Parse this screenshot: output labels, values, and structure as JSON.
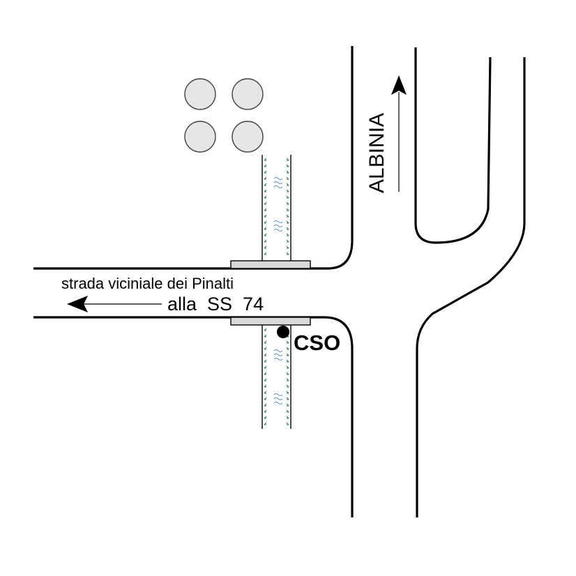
{
  "labels": {
    "road_name": "strada viciniale dei Pinalti",
    "direction_west": "alla  SS  74",
    "direction_north": "ALBINIA",
    "marker": "CSO"
  },
  "colors": {
    "road_line": "#000000",
    "tree_fill": "#e6e6e6",
    "tree_stroke": "#444444",
    "bridge_fill": "#d9d9d9",
    "ditch_grass": "#1a7a4a",
    "ditch_water": "#5a8fd0"
  },
  "icons": {
    "trees": "tree-circle-icon",
    "arrow_west": "arrow-left-icon",
    "arrow_north": "arrow-up-icon",
    "cso_point": "cso-point-icon"
  }
}
